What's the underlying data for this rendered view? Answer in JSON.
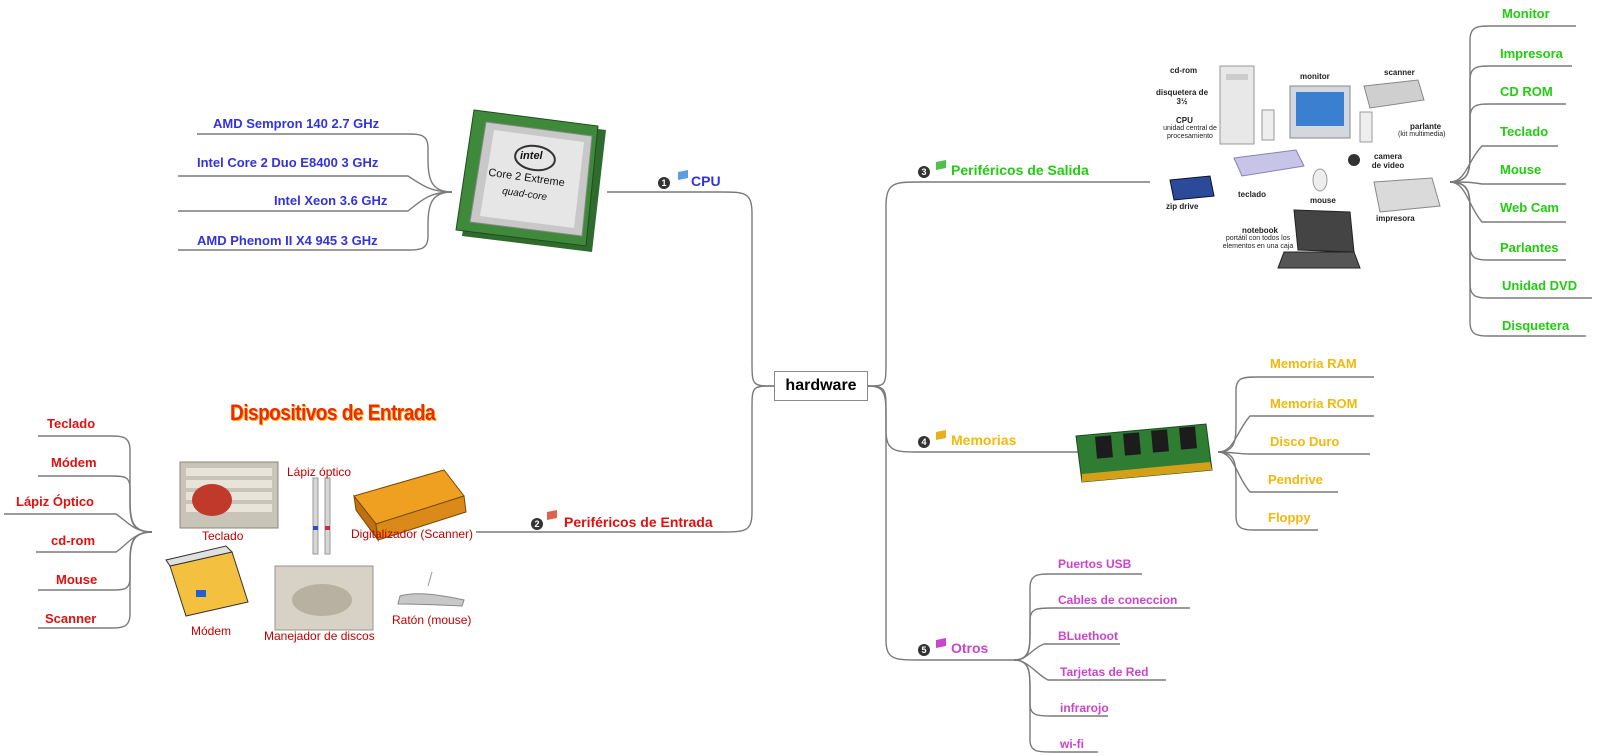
{
  "center": {
    "label": "hardware"
  },
  "cpu": {
    "number": "1",
    "label": "CPU",
    "items": [
      "AMD Sempron 140 2.7 GHz",
      "Intel Core 2 Duo E8400 3 GHz",
      "Intel Xeon 3.6 GHz",
      "AMD Phenom II X4 945 3 GHz"
    ],
    "image_text": {
      "brand": "intel",
      "line1": "Core 2 Extreme",
      "line2": "quad-core"
    }
  },
  "entrada": {
    "number": "2",
    "label": "Periféricos de Entrada",
    "title": "Dispositivos de Entrada",
    "items": [
      "Teclado",
      "Módem",
      "Lápiz Óptico",
      "cd-rom",
      "Mouse",
      "Scanner"
    ],
    "captions": {
      "teclado": "Teclado",
      "lapiz": "Lápiz óptico",
      "digitalizador": "Digitalizador (Scanner)",
      "modem": "Módem",
      "manejador": "Manejador de discos",
      "raton": "Ratón (mouse)"
    }
  },
  "salida": {
    "number": "3",
    "label": "Periféricos de Salida",
    "items": [
      "Monitor",
      "Impresora",
      "CD ROM",
      "Teclado",
      "Mouse",
      "Web Cam",
      "Parlantes",
      "Unidad DVD",
      "Disquetera"
    ],
    "image_labels": {
      "cdrom": "cd-rom",
      "disquetera": "disquetera de 3½",
      "cpu": "CPU",
      "cpu_sub": "unidad central de procesamiento",
      "monitor": "monitor",
      "scanner": "scanner",
      "parlante": "parlante",
      "parlante_sub": "(kit multimedia)",
      "camera": "camera de video",
      "zip": "zip drive",
      "teclado": "teclado",
      "mouse": "mouse",
      "impresora": "impresora",
      "notebook": "notebook",
      "notebook_sub": "portátil con todos los elementos en una caja"
    }
  },
  "memorias": {
    "number": "4",
    "label": "Memorias",
    "items": [
      "Memoria RAM",
      "Memoria ROM",
      "Disco Duro",
      "Pendrive",
      "Floppy"
    ]
  },
  "otros": {
    "number": "5",
    "label": "Otros",
    "items": [
      "Puertos USB",
      "Cables de coneccion",
      "BLuethoot",
      "Tarjetas de Red",
      "infrarojo",
      "wi-fi"
    ]
  },
  "colors": {
    "cpu": "#3333dd",
    "entrada": "#e01010",
    "salida": "#22cc11",
    "memorias": "#f2b80c",
    "otros": "#cc44cc",
    "line": "#7a7a7a"
  }
}
